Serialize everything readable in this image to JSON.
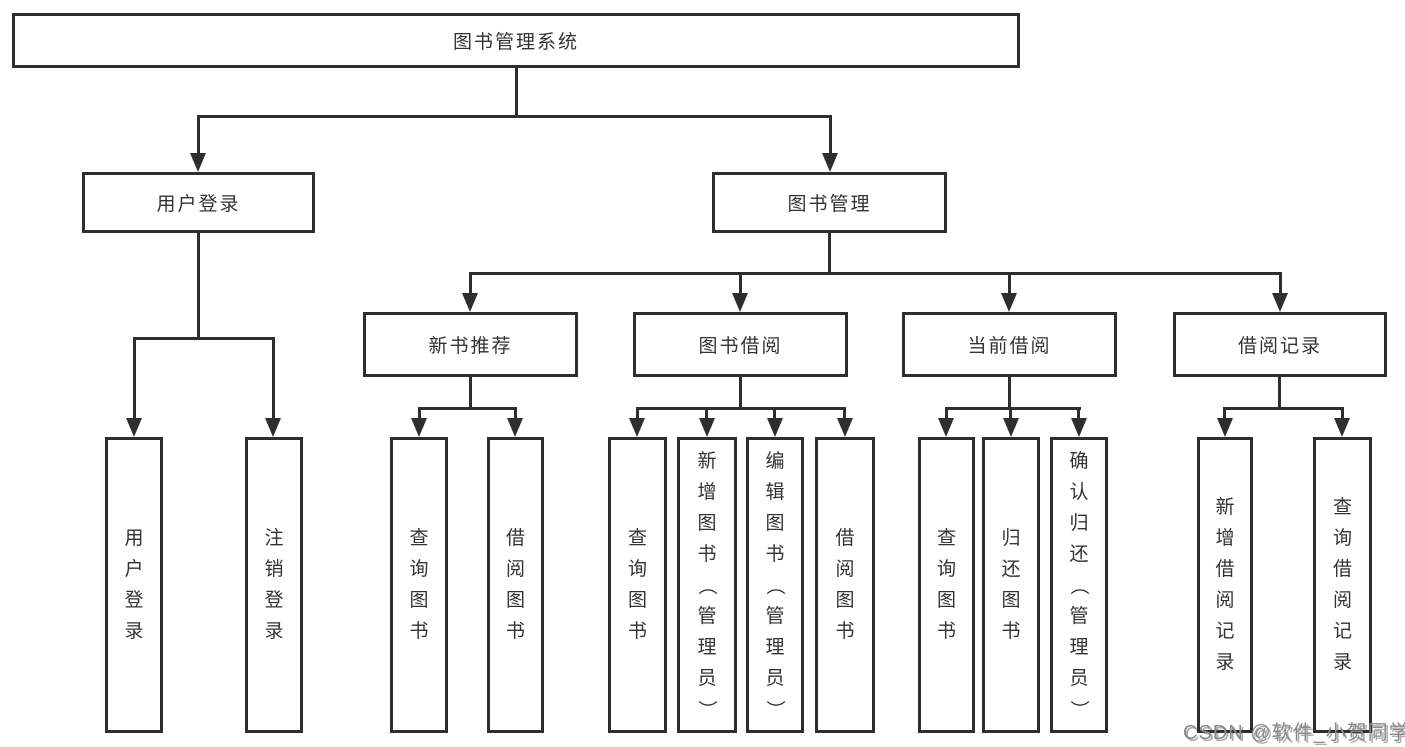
{
  "diagram": {
    "root": {
      "label": "图书管理系统"
    },
    "level2": [
      {
        "label": "用户登录"
      },
      {
        "label": "图书管理"
      }
    ],
    "level3": [
      {
        "label": "新书推荐"
      },
      {
        "label": "图书借阅"
      },
      {
        "label": "当前借阅"
      },
      {
        "label": "借阅记录"
      }
    ],
    "leaves": {
      "user_login": [
        "用户登录",
        "注销登录"
      ],
      "new_book": [
        "查询图书",
        "借阅图书"
      ],
      "book_borrow": [
        "查询图书",
        "新增图书（管理员）",
        "编辑图书（管理员）",
        "借阅图书"
      ],
      "current_borrow": [
        "查询图书",
        "归还图书",
        "确认归还（管理员）"
      ],
      "borrow_records": [
        "新增借阅记录",
        "查询借阅记录"
      ]
    },
    "colors": {
      "line": "#2e2e2e",
      "box_border": "#2e2e2e",
      "text": "#333333",
      "background": "#ffffff",
      "watermark": "#8f8a8a"
    }
  },
  "watermark": {
    "text": "CSDN @软件_小贺同学"
  }
}
